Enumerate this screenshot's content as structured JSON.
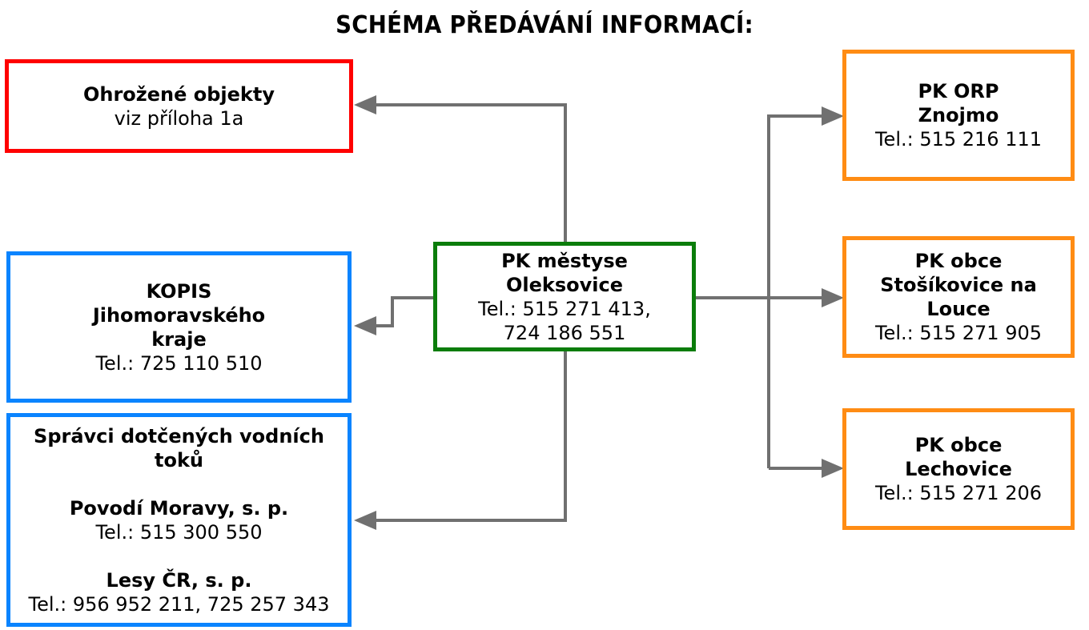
{
  "title": "SCHÉMA PŘEDÁVÁNÍ INFORMACÍ:",
  "colors": {
    "threatened": "#ff0000",
    "regional": "#0a84ff",
    "center": "#0b7d0b",
    "municipal": "#ff8c14",
    "connector": "#707070"
  },
  "center": {
    "line1": "PK městyse",
    "line2": "Oleksovice",
    "line3": "Tel.: 515 271 413,",
    "line4": "724 186 551"
  },
  "threatened": {
    "line1": "Ohrožené objekty",
    "line2": "viz příloha 1a"
  },
  "kopis": {
    "line1": "KOPIS",
    "line2": "Jihomoravského",
    "line3": "kraje",
    "line4": "Tel.: 725 110 510"
  },
  "water": {
    "heading": "Správci dotčených vodních toků",
    "org1_name": "Povodí Moravy, s. p.",
    "org1_tel": "Tel.: 515 300 550",
    "org2_name": "Lesy ČR, s. p.",
    "org2_tel": "Tel.: 956 952 211, 725 257 343"
  },
  "orp": {
    "line1": "PK ORP",
    "line2": "Znojmo",
    "line3": "Tel.: 515 216 111"
  },
  "stosikovice": {
    "line1": "PK obce",
    "line2": "Stošíkovice na Louce",
    "line3": "Tel.: 515 271 905"
  },
  "lechovice": {
    "line1": "PK obce",
    "line2": "Lechovice",
    "line3": "Tel.: 515 271 206"
  }
}
